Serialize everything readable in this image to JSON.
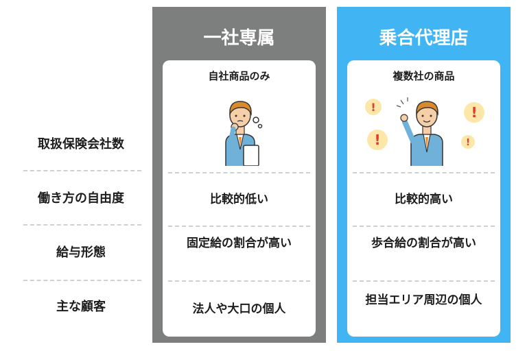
{
  "rows": [
    "取扱保険会社数",
    "働き方の自由度",
    "給与形態",
    "主な顧客"
  ],
  "columns": [
    {
      "title": "一社専属",
      "color": "#7d7f7e",
      "header_text": "自社商品のみ",
      "cells": [
        "比較的低い",
        "固定給の割合が高い",
        "法人や大口の個人"
      ]
    },
    {
      "title": "乗合代理店",
      "color": "#41b5f3",
      "header_text": "複数社の商品",
      "cells": [
        "比較的高い",
        "歩合給の割合が高い",
        "担当エリア周辺の個人"
      ]
    }
  ],
  "icons": [
    "thinking-person-icon",
    "confident-person-icon",
    "exclamation-icon"
  ]
}
